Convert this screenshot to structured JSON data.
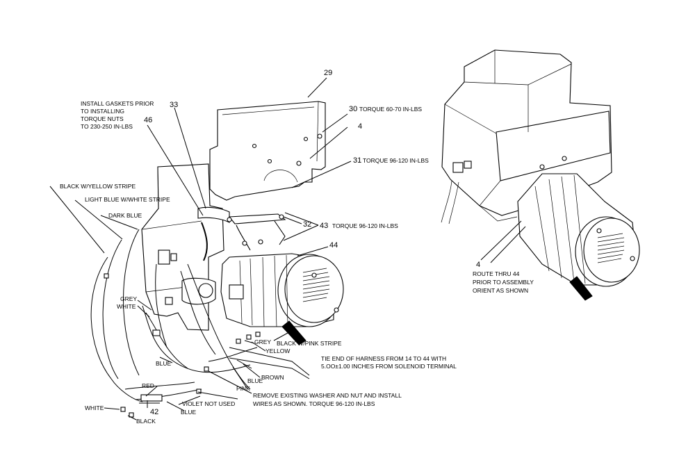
{
  "callouts": {
    "n29": "29",
    "n30": "30",
    "n30_text": "TORQUE 60-70 IN-LBS",
    "n4_top": "4",
    "n31": "31",
    "n31_text": "TORQUE 96-120 IN-LBS",
    "n33": "33",
    "n46": "46",
    "n32": "32",
    "n43": "43",
    "n43_text": "TORQUE 96-120 IN-LBS",
    "n44": "44",
    "n42": "42",
    "n4_right": "4"
  },
  "notes": {
    "gaskets": [
      "INSTALL GASKETS PRIOR",
      "TO INSTALLING",
      "TORQUE NUTS",
      "TO 230-250 IN-LBS"
    ],
    "tie": [
      "TIE END OF HARNESS FROM 14 TO 44  WITH",
      "5.OO±1.00 INCHES FROM SOLENOID TERMINAL"
    ],
    "washer": [
      "REMOVE EXISTING WASHER AND NUT AND INSTALL",
      "WIRES AS SHOWN. TORQUE 96-120 IN-LBS"
    ],
    "route": [
      "ROUTE THRU 44",
      "PRIOR TO ASSEMBLY",
      "ORIENT AS SHOWN"
    ]
  },
  "wires": {
    "black_yellow": "BLACK W/YELLOW STRIPE",
    "light_blue_white": "LIGHT BLUE W/WHITE STRIPE",
    "dark_blue": "DARK BLUE",
    "grey_left": "GREY",
    "white_left": "WHITE",
    "black_pink": "BLACK W/PINK STRIPE",
    "grey_right": "GREY",
    "yellow": "YELLOW",
    "blue_mid": "BLUE",
    "brown": "BROWN",
    "blue_low": "BLUE",
    "pink": "PINK",
    "red": "RED",
    "violet": "VIOLET NOT USED",
    "white_bottom": "WHITE",
    "blue_bottom": "BLUE",
    "black_bottom": "BLACK"
  }
}
